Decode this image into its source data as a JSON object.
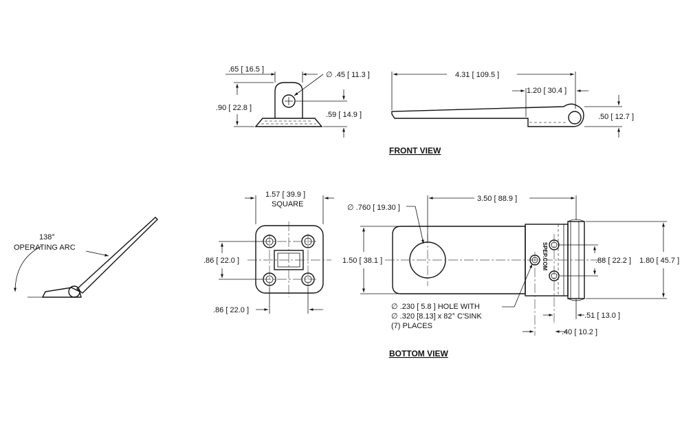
{
  "views": {
    "front_title": "FRONT VIEW",
    "bottom_title": "BOTTOM VIEW"
  },
  "front_left": {
    "width": ".65",
    "width_mm": "16.5",
    "hole_symbol": "∅",
    "hole": ".45",
    "hole_mm": "11.3",
    "height": ".90",
    "height_mm": "22.8",
    "pivot_height": ".59",
    "pivot_height_mm": "14.9"
  },
  "front_right": {
    "length": "4.31",
    "length_mm": "109.5",
    "pivot_offset": "1.20",
    "pivot_offset_mm": "30.4",
    "height": ".50",
    "height_mm": "12.7"
  },
  "arc": {
    "angle": "138°",
    "label": "OPERATING ARC"
  },
  "bottom_left": {
    "square": "1.57",
    "square_mm": "39.9",
    "square_label": "SQUARE",
    "vspacing": ".86",
    "vspacing_mm": "22.0",
    "hspacing": ".86",
    "hspacing_mm": "22.0"
  },
  "bottom_right": {
    "hole_symbol": "∅",
    "big_hole": ".760",
    "big_hole_mm": "19.30",
    "hole_to_pivot": "3.50",
    "hole_to_pivot_mm": "88.9",
    "width": "1.50",
    "width_mm": "38.1",
    "spacing": ".88",
    "spacing_mm": "22.2",
    "overall": "1.80",
    "overall_mm": "45.7",
    "edge1": ".51",
    "edge1_mm": "13.0",
    "edge2": ".40",
    "edge2_mm": "10.2",
    "stamp": "SPEP.COM",
    "note_line1_dia": ".230",
    "note_line1_mm": "5.8",
    "note_line1_text": "HOLE WITH",
    "note_line2_dia": ".320",
    "note_line2_mm": "8.13",
    "note_line2_text": "x 82° C'SINK",
    "note_line3": "(7) PLACES"
  }
}
